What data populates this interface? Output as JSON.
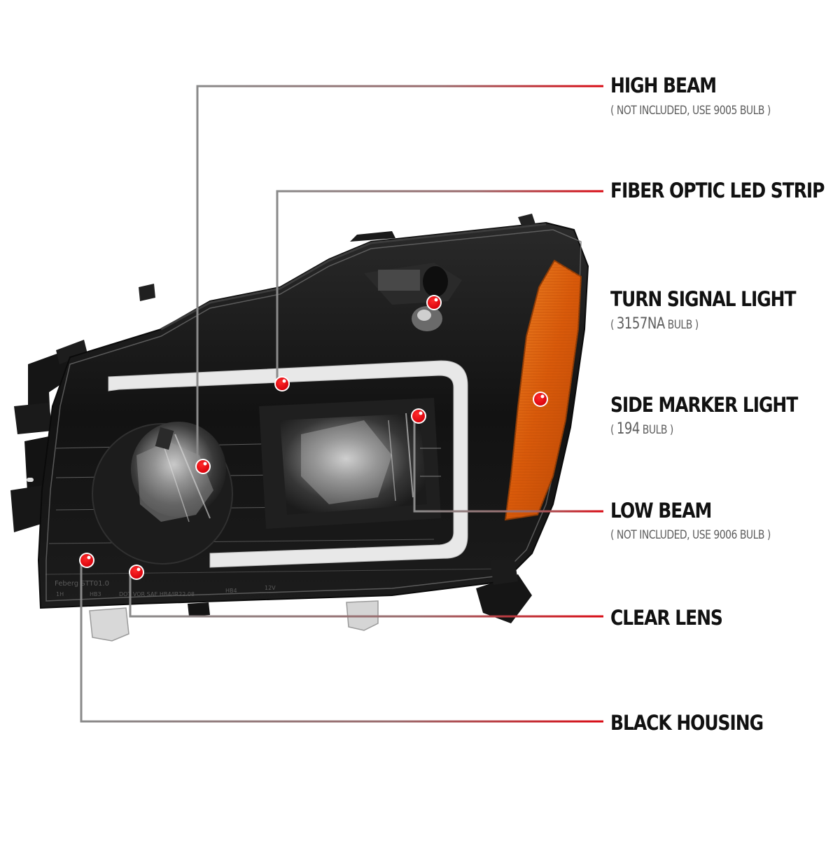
{
  "colors": {
    "background": "#ffffff",
    "label_text": "#111111",
    "sub_text": "#5e5e5e",
    "leader_start": "#8a8a8a",
    "leader_end": "#d90b14",
    "marker_dot": "#e8000b",
    "housing": "#141414",
    "amber_lens": "#e86a10",
    "led_strip": "#e6e6e6"
  },
  "callouts": [
    {
      "id": "high-beam",
      "title": "HIGH BEAM",
      "note_prefix": "( NOT INCLUDED, USE ",
      "note_num": "9005",
      "note_suffix": "  BULB )"
    },
    {
      "id": "fiber-optic-led-strip",
      "title": "FIBER OPTIC LED STRIP"
    },
    {
      "id": "turn-signal-light",
      "title": "TURN SIGNAL LIGHT",
      "note_prefix": "( ",
      "note_num": "3157NA",
      "note_suffix": "  BULB )"
    },
    {
      "id": "side-marker-light",
      "title": "SIDE MARKER LIGHT",
      "note_prefix": "( ",
      "note_num": "194",
      "note_suffix": "  BULB )"
    },
    {
      "id": "low-beam",
      "title": "LOW BEAM",
      "note_prefix": "( NOT INCLUDED, USE ",
      "note_num": "9006",
      "note_suffix": "  BULB )"
    },
    {
      "id": "clear-lens",
      "title": "CLEAR LENS"
    },
    {
      "id": "black-housing",
      "title": "BLACK HOUSING"
    }
  ],
  "lens_markings": {
    "line1": "Feberg  STT01.0",
    "line2_a": "1H",
    "line2_b": "HB3",
    "line2_c": "DOT VOR SAE HB4/IR22.08",
    "line2_d": "HB4",
    "line2_e": "12V"
  }
}
